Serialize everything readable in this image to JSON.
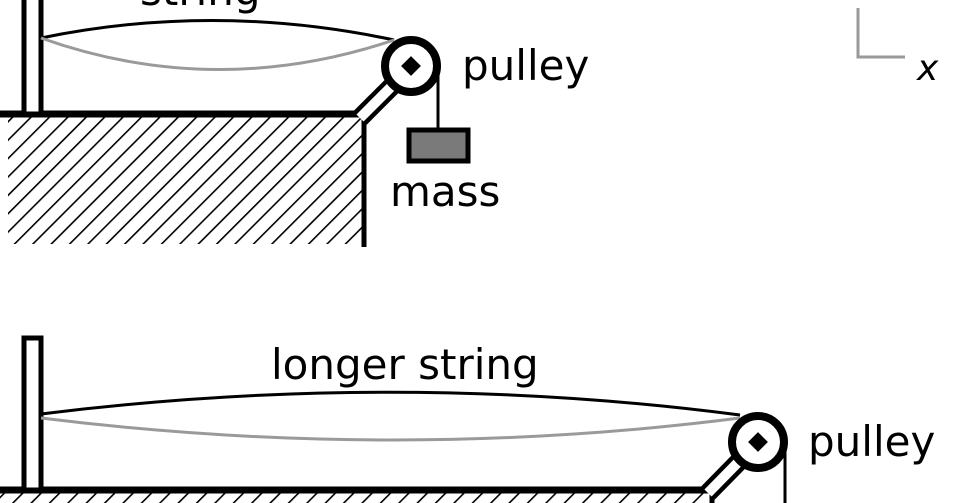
{
  "top_setup": {
    "string_label": "string",
    "pulley_label": "pulley",
    "mass_label": "mass"
  },
  "bottom_setup": {
    "string_label": "longer string",
    "pulley_label": "pulley"
  },
  "axis": {
    "x_label": "x"
  },
  "colors": {
    "ink": "#000000",
    "string_displaced": "#9a9a9a",
    "mass_fill": "#7a7a7a",
    "background": "#ffffff"
  }
}
